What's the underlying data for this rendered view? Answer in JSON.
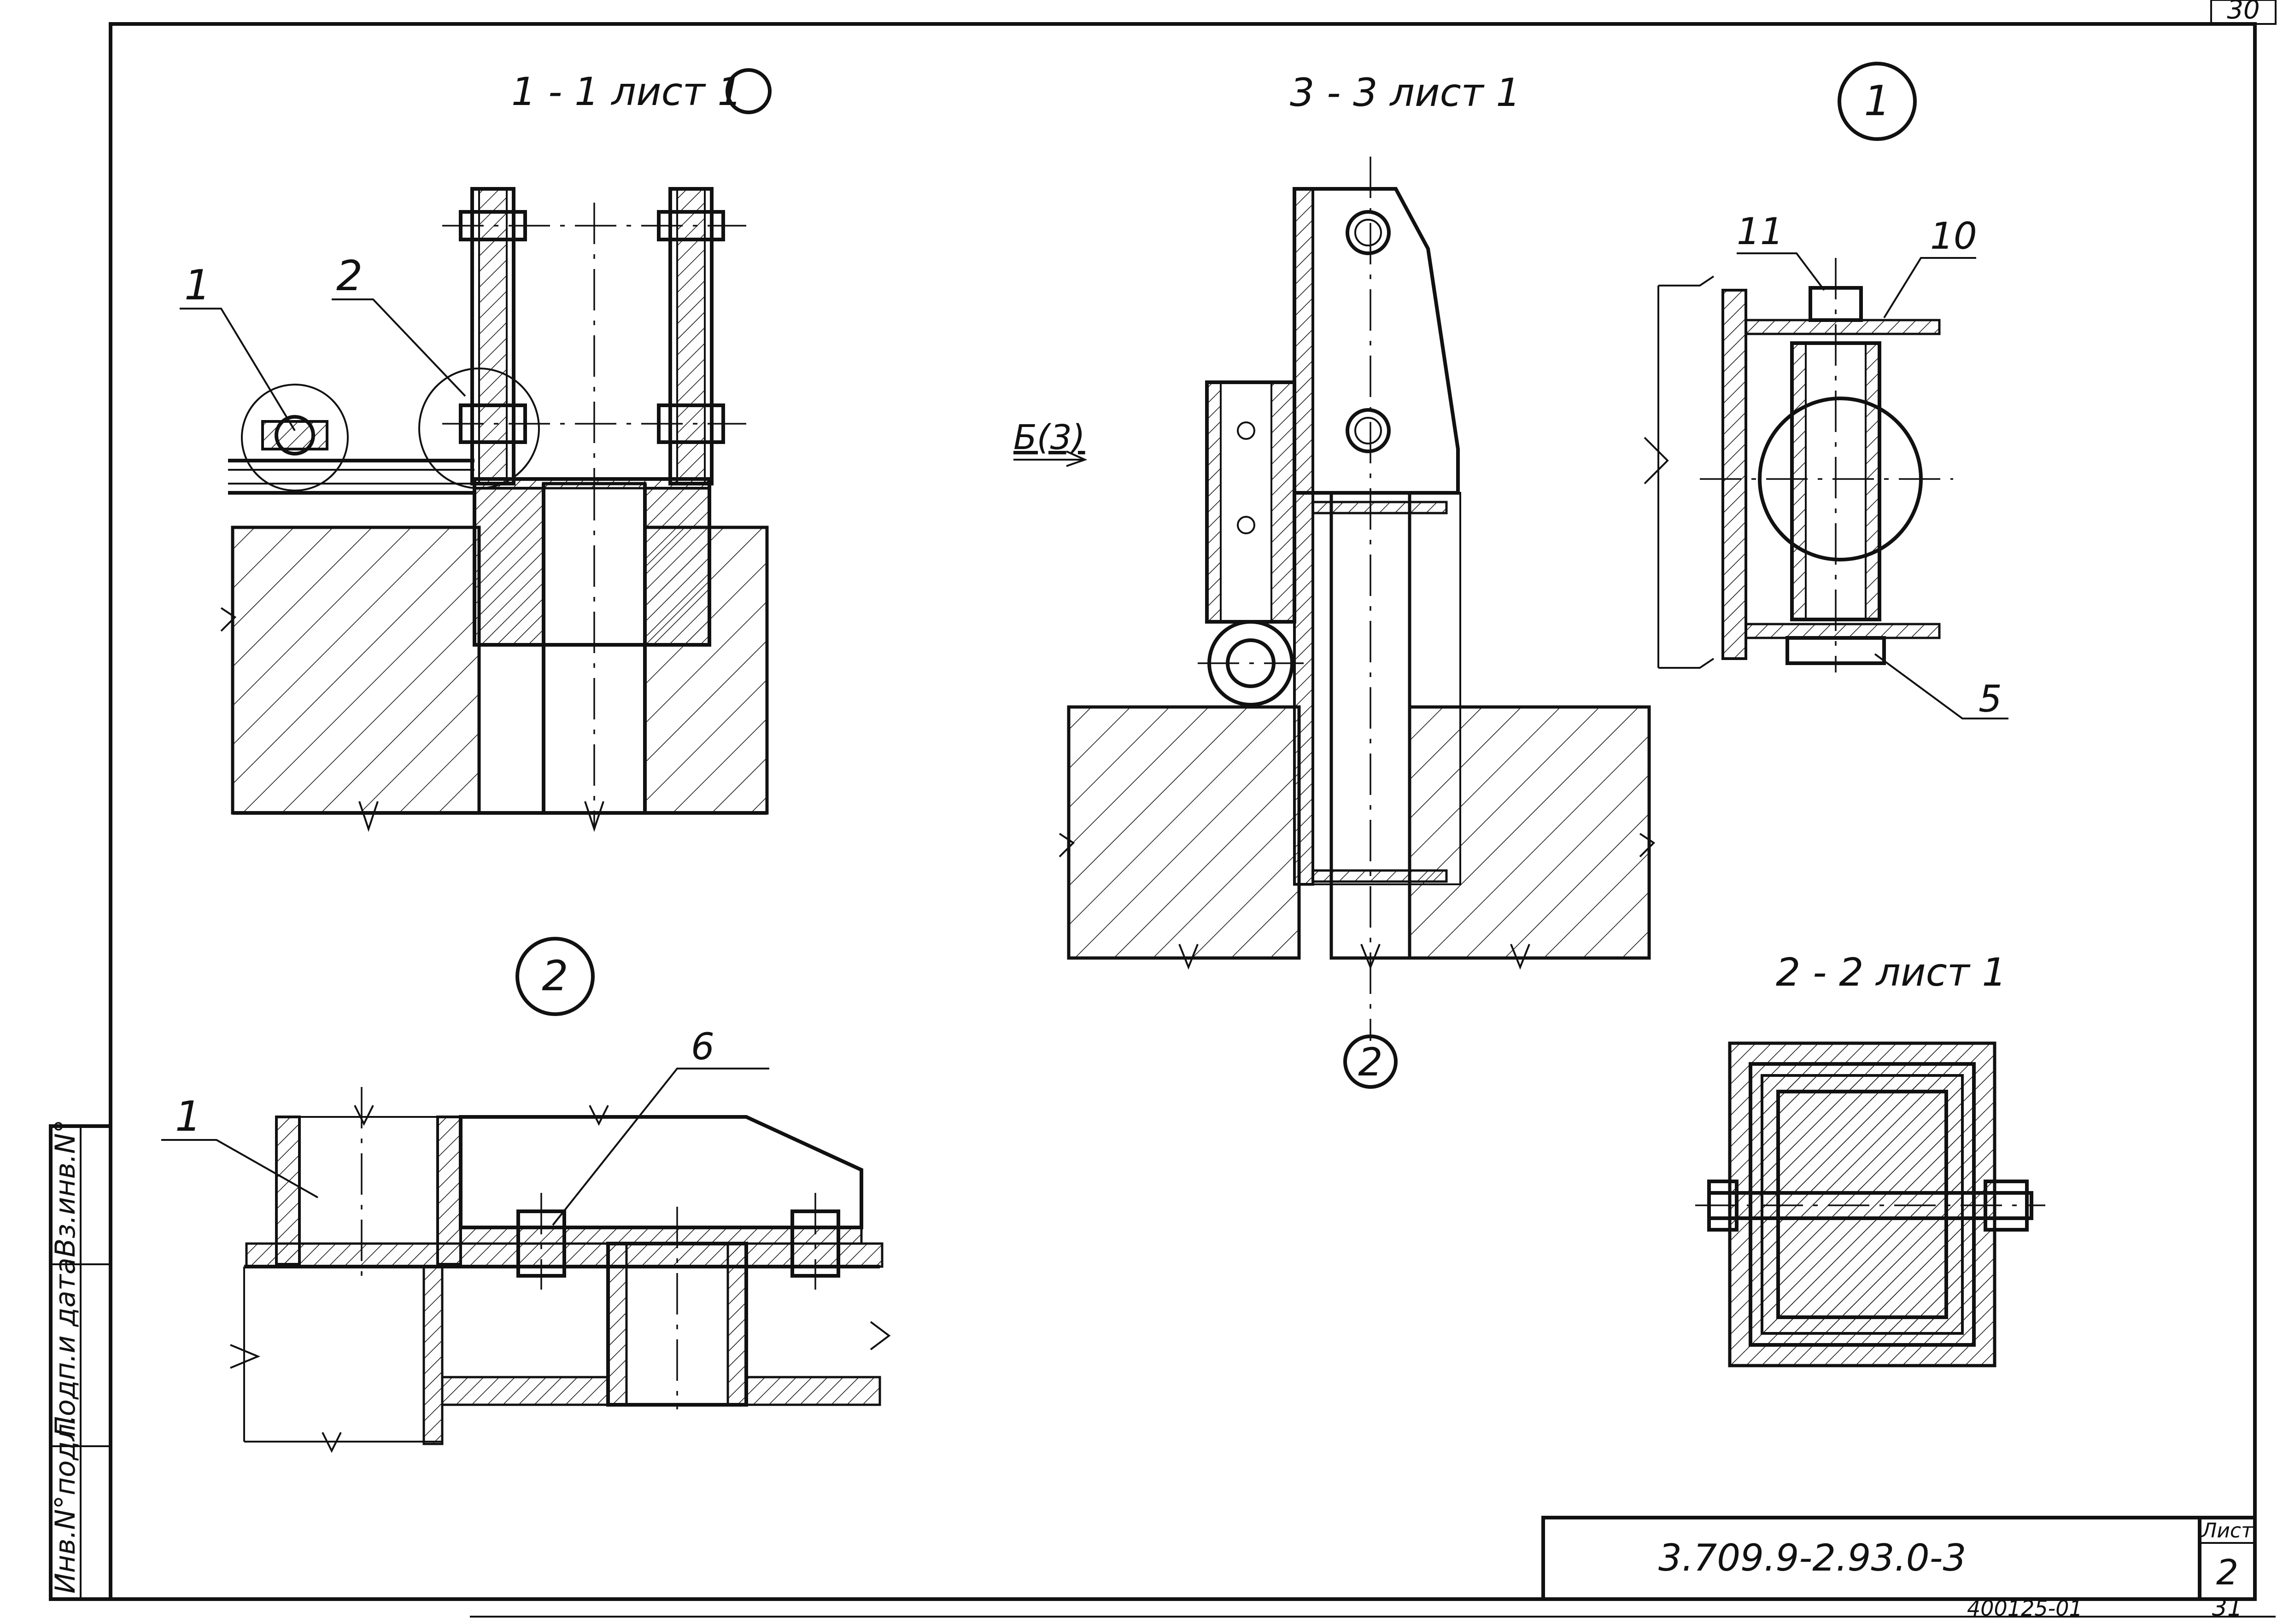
{
  "sheet": {
    "corner_top": "30",
    "corner_bottom": "31",
    "doc_code": "3.709.9-2.93.0-3",
    "sheet_label": "Лист",
    "sheet_number": "2",
    "archive_number": "400125-01"
  },
  "side_stamp": {
    "col1": "Инв.N°подл.",
    "col2": "Подп.и дата",
    "col3": "Вз.инв.N°"
  },
  "views": {
    "section_1_1": {
      "title": "1 - 1 лист 1"
    },
    "section_3_3": {
      "title": "3 - 3 лист 1"
    },
    "detail_1": {
      "title": "1"
    },
    "detail_2": {
      "title": "2"
    },
    "section_2_2": {
      "title": "2 - 2 лист 1"
    },
    "view_b": {
      "label": "Б(3)"
    }
  },
  "callouts": {
    "c1_left": "1",
    "c2_left": "2",
    "c11": "11",
    "c10": "10",
    "c5": "5",
    "c6": "6",
    "c1_bottom": "1",
    "c2_ref": "2"
  }
}
